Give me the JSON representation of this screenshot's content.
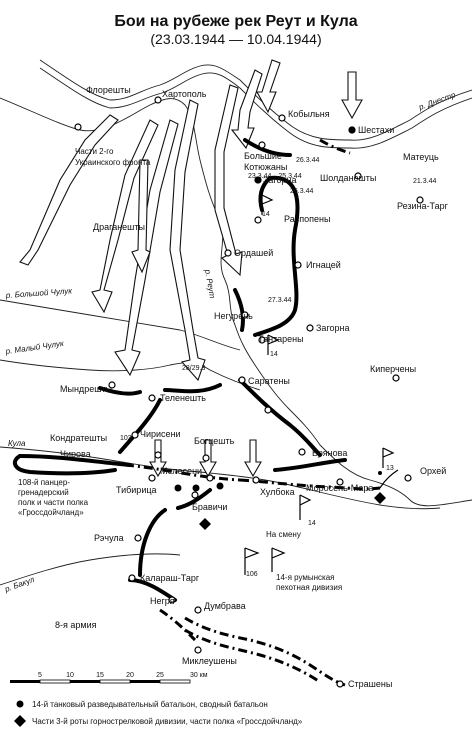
{
  "title": "Бои на рубеже рек Реут и Кула",
  "subtitle": "(23.03.1944 — 10.04.1944)",
  "rivers": {
    "dnestr": "р. Днестр",
    "reut": "р. Реут",
    "bolshoy_chuluk": "р. Большой Чулук",
    "maly_chuluk": "р. Малый Чулук",
    "kula": "Кула",
    "bakul": "р. Бакул"
  },
  "towns": {
    "floreshty": "Флорешты",
    "khartopol": "Хартополь",
    "kobylnya": "Кобыльня",
    "shestakhi": "Шестахи",
    "bolshie": "Большие",
    "kotyuzhany": "Котюжаны",
    "zagorna1": "Загорна",
    "sholdaneshty": "Шолданешты",
    "mateuts": "Матеуць",
    "rezina": "Резина-Тарг",
    "draganeshty": "Драганешты",
    "raspopeny": "Распопены",
    "ordashey": "Ордашей",
    "ignatsey": "Игнацей",
    "neguren": "Негурень",
    "zagorna2": "Загорна",
    "tantareny": "Тантарены",
    "kiperchenі": "Киперчены",
    "saratseny": "Саратены",
    "myndreshty": "Мындрешты",
    "teleneshty": "Теленешть",
    "kondrateshty": "Кондратешты",
    "chirova": "Чирова",
    "chiriseni": "Чирисени",
    "bogtseshty": "Богцешть",
    "bryanova": "Брянова",
    "meleseni": "Мелесени",
    "tibiritsa": "Тибирица",
    "khulboka": "Хулбока",
    "moroseni": "Моросень-Мара",
    "orhei": "Орхей",
    "bravichi": "Бравичи",
    "rechula": "Рэчула",
    "kalarash": "Калараш-Тарг",
    "negrya": "Негря",
    "dumbrava": "Думбрава",
    "mikleusheny": "Миклеушены",
    "strasheny": "Страшены"
  },
  "labels": {
    "ukr_front": [
      "Части 2-го",
      "Украинского фронта"
    ],
    "panzer": [
      "108-й панцер-",
      "гренадерский",
      "полк и части полка",
      "«Гроссдойчланд»"
    ],
    "na_smenu": "На смену",
    "romanian": [
      "14-я румынская",
      "пехотная дивизия"
    ],
    "army8": "8-я армия"
  },
  "dates": {
    "d1": "23.3.44—25.3.44",
    "d2": "26.3.44",
    "d3": "26.3.44",
    "d4": "21.3.44",
    "d5": "27.3.44",
    "d6": "28/29.3"
  },
  "unit_numbers": {
    "u14a": "14",
    "u14b": "14",
    "u13": "13",
    "u14c": "14",
    "u106": "106",
    "u103": "103"
  },
  "scale": {
    "ticks": [
      "5",
      "10",
      "15",
      "20",
      "25",
      "30 км"
    ]
  },
  "legend": [
    {
      "symbol": "circle",
      "text": "14-й танковый разведывательный батальон, сводный батальон"
    },
    {
      "symbol": "diamond",
      "text": "Части 3-й роты горнострелковой дивизии, части полка «Гроссдойчланд»"
    }
  ]
}
